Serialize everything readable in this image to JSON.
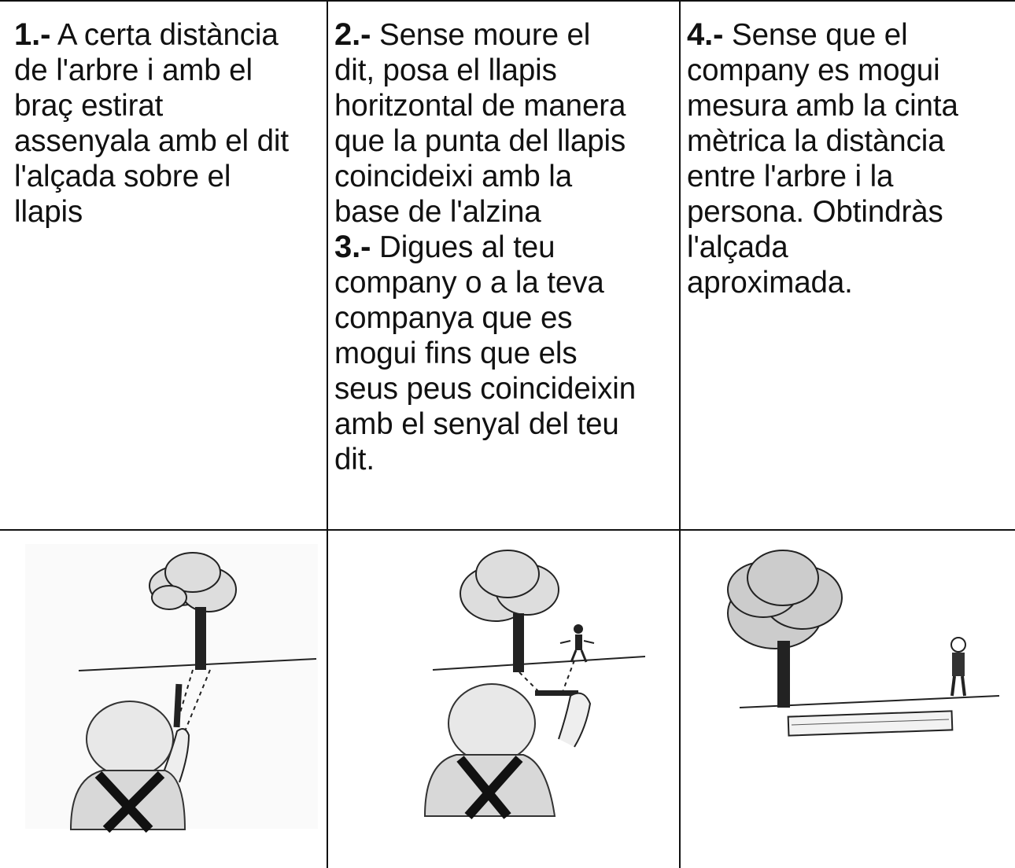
{
  "steps": [
    {
      "number": "1.-",
      "lines": [
        "A certa distància",
        "de l'arbre i amb el",
        "braç estirat",
        "assenyala amb el dit",
        "l'alçada sobre el",
        "llapis"
      ]
    },
    {
      "number": "2.-",
      "lines": [
        "Sense moure el",
        "dit, posa el llapis",
        "horitzontal de manera",
        "que la punta del llapis",
        "coincideixi amb la",
        "base de l'alzina"
      ]
    },
    {
      "number": "3.-",
      "lines": [
        "Digues al teu",
        "company o a la teva",
        "companya que es",
        "mogui fins que els",
        "seus peus coincideixin",
        "amb el senyal del teu",
        "dit."
      ]
    },
    {
      "number": "4.-",
      "lines": [
        "Sense que el",
        "company es mogui",
        "mesura amb  la cinta",
        "mètrica la distància",
        "entre l'arbre i la",
        "persona. Obtindràs",
        "l'alçada",
        "aproximada."
      ]
    }
  ],
  "illustrations": [
    {
      "icon": "tree-observer-pointing-icon"
    },
    {
      "icon": "tree-observer-pencil-person-icon"
    },
    {
      "icon": "tree-person-measuring-tape-icon"
    }
  ]
}
